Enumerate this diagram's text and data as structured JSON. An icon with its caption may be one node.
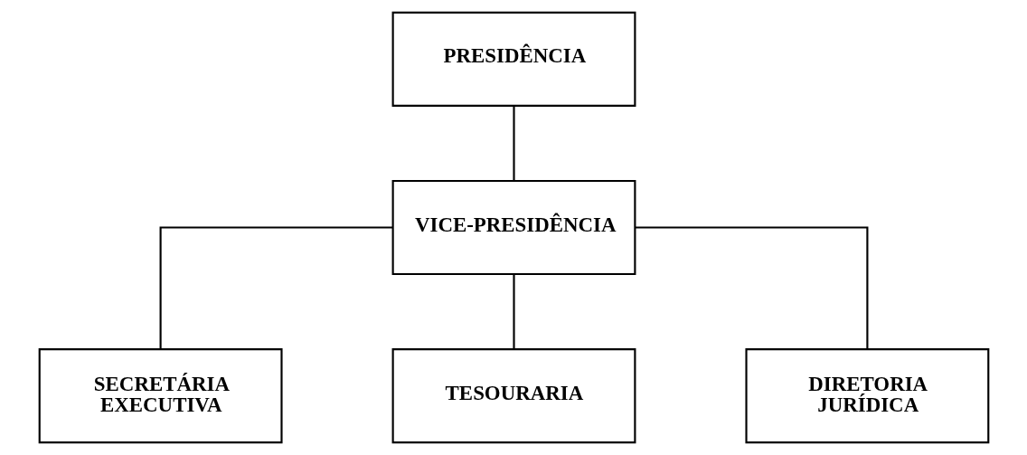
{
  "diagram": {
    "nodes": [
      {
        "text": [
          "PRESIDÊNCIA"
        ]
      },
      {
        "text": [
          "VICE-PRESIDÊNCIA"
        ]
      },
      {
        "text": [
          "SECRETÁRIA EXECUTIVA"
        ]
      },
      {
        "text": [
          "TESOURARIA"
        ]
      },
      {
        "text": [
          "DIRETORIA JURÍDICA"
        ]
      }
    ],
    "edges": [
      {
        "from": 0,
        "to": 1,
        "arrow": "none"
      },
      {
        "from": 1,
        "to": 2,
        "arrow": "none"
      },
      {
        "from": 1,
        "to": 3,
        "arrow": "none"
      },
      {
        "from": 1,
        "to": 4,
        "arrow": "none"
      }
    ]
  }
}
